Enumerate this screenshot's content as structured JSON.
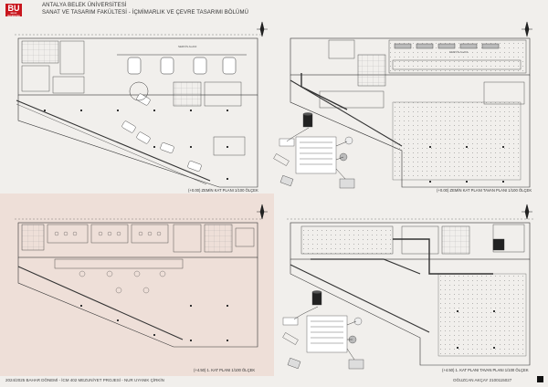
{
  "header": {
    "logo": "BU",
    "logo_sub": "BELEK ÜNİVERSİTESİ",
    "university": "ANTALYA BELEK ÜNİVERSİTESİ",
    "faculty_line": "SANAT VE TASARIM FAKÜLTESİ - İÇMİMARLIK VE ÇEVRE TASARIMI BÖLÜMÜ"
  },
  "plans": [
    {
      "caption": "(+0.00) ZEMİN KAT PLANI 1/100 ÖLÇEK",
      "room_label": "SERVİS ALANI"
    },
    {
      "caption": "(+0.00) ZEMİN KAT PLANI TAVAN PLANI 1/100 ÖLÇEK",
      "room_label": "SERVİS ALANI"
    },
    {
      "caption": "(+4.50) 1. KAT PLANI 1/100 ÖLÇEK"
    },
    {
      "caption": "(+4.50) 1. KAT PLANI TAVAN PLANI 1/100 ÖLÇEK"
    }
  ],
  "footer": {
    "left": "2024/2025 BAHAR DÖNEMİ - İCM 402 MEZUNİYET PROJESİ - NUR UYANIK ÇİRKİN",
    "right": "OĞUZCAN AKÇAY 2100115027"
  },
  "colors": {
    "logo_red": "#c8161d",
    "line": "#333333",
    "paper": "#f1efec",
    "paper_pink": "#eedfd8"
  }
}
